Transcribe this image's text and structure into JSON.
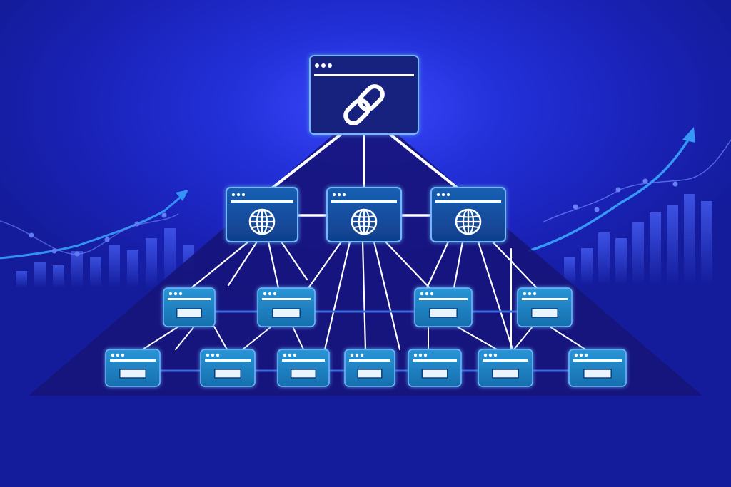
{
  "diagram": {
    "kind": "link-building hierarchy",
    "levels": [
      {
        "level": 0,
        "count": 1,
        "icon": "chain-link-icon"
      },
      {
        "level": 1,
        "count": 3,
        "icon": "globe-icon"
      },
      {
        "level": 2,
        "count": 4,
        "icon": "window-icon"
      },
      {
        "level": 3,
        "count": 7,
        "icon": "window-icon"
      }
    ],
    "decor": {
      "left_trend": "up",
      "right_trend": "up"
    }
  },
  "colors": {
    "bg_dark": "#141c9c",
    "bg_glow": "#3a48ff",
    "pyramid": "#16147a",
    "root_box": "#14207e",
    "mid_box": "#13509f",
    "leaf_box": "#1c7fbf",
    "line": "#ffffff",
    "chart_accent": "#3aa6ff"
  }
}
